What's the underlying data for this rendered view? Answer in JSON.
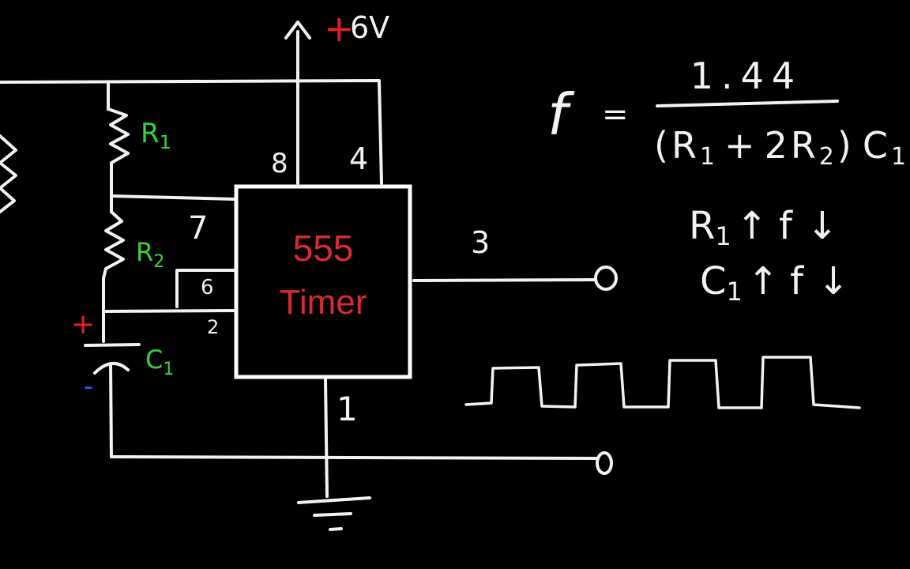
{
  "supply": {
    "sign": "+",
    "value": "6V"
  },
  "resistors": {
    "r1_label": "R",
    "r1_sub": "1",
    "r2_label": "R",
    "r2_sub": "2"
  },
  "capacitor": {
    "label": "C",
    "sub": "1",
    "plus": "+",
    "minus": "-"
  },
  "chip": {
    "line1": "555",
    "line2": "Timer"
  },
  "pins": {
    "p8": "8",
    "p4": "4",
    "p7": "7",
    "p6": "6",
    "p2": "2",
    "p3": "3",
    "p1": "1"
  },
  "formula": {
    "lhs": "f",
    "eq": "=",
    "numerator": "1.44",
    "den_open": "(",
    "den_r1": "R",
    "den_r1_sub": "1",
    "den_plus": "+",
    "den_r2": "2R",
    "den_r2_sub": "2",
    "den_close": ")",
    "den_c": "C",
    "den_c_sub": "1"
  },
  "relations": [
    {
      "var": "R",
      "sub": "1",
      "up": "↑",
      "f": "f",
      "down": "↓"
    },
    {
      "var": "C",
      "sub": "1",
      "up": "↑",
      "f": "f",
      "down": "↓"
    }
  ],
  "colors": {
    "wire": "#f2f2f2",
    "chip_text": "#d62b33",
    "label_green": "#39d23a",
    "plus_red": "#e3202a",
    "minus_blue": "#2b63e6",
    "background": "#000000"
  }
}
